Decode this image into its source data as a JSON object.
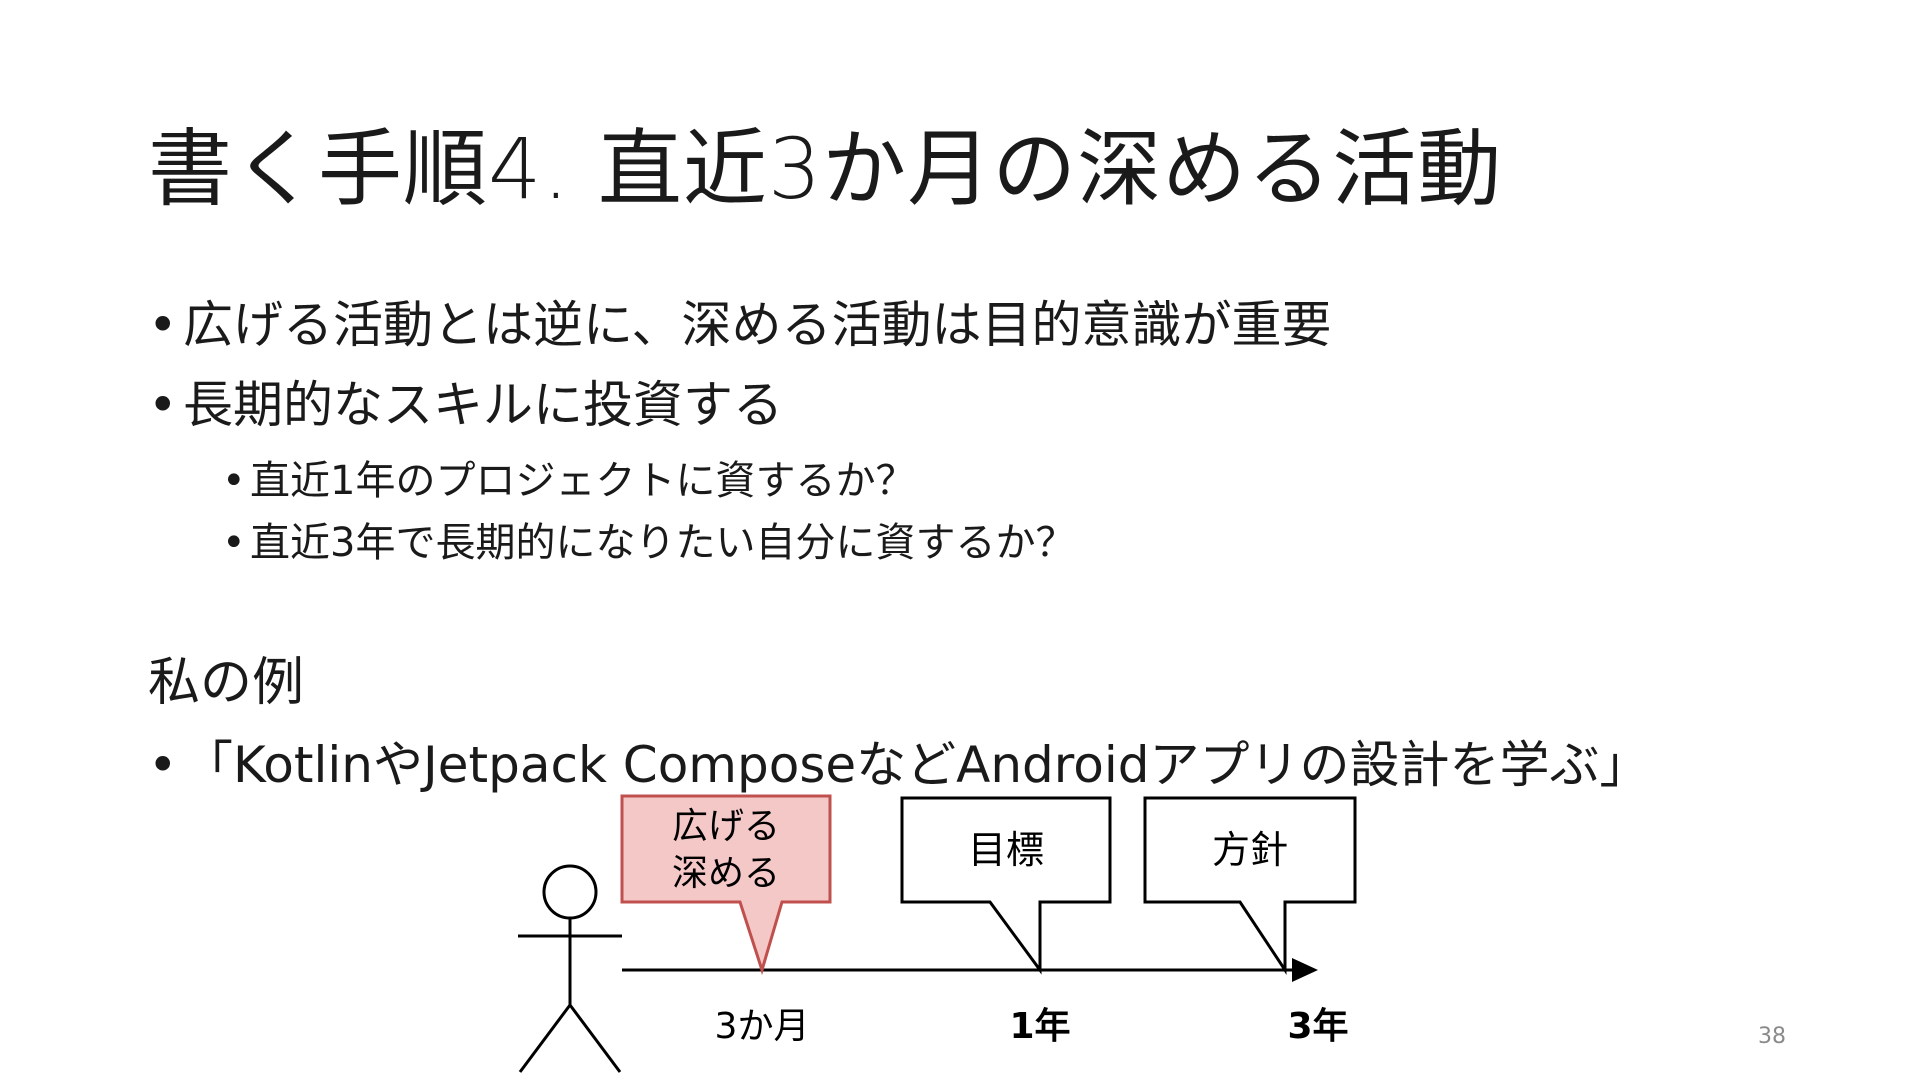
{
  "slide": {
    "title": "書く手順4. 直近3か月の深める活動",
    "bullets": [
      "広げる活動とは逆に、深める活動は目的意識が重要",
      "長期的なスキルに投資する"
    ],
    "sub_bullets": [
      "直近1年のプロジェクトに資するか？",
      "直近3年で長期的になりたい自分に資するか？"
    ],
    "example_heading": "私の例",
    "example_bullet": "「KotlinやJetpack ComposeなどAndroidアプリの設計を学ぶ」",
    "page_number": "38"
  },
  "diagram": {
    "callouts": {
      "first_line1": "広げる",
      "first_line2": "深める",
      "second": "目標",
      "third": "方針"
    },
    "timeline_labels": [
      "3か月",
      "1年",
      "3年"
    ],
    "colors": {
      "highlight_fill": "#f5c8c8",
      "highlight_stroke": "#c0504d",
      "line": "#000000"
    }
  }
}
